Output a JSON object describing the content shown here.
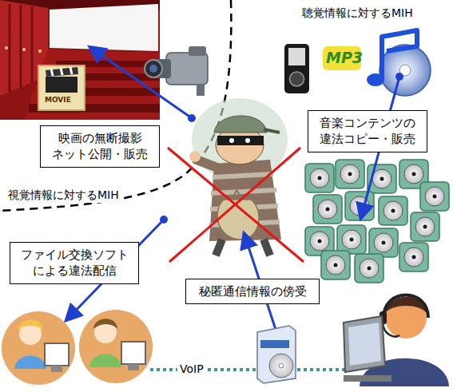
{
  "diagram": {
    "nodes": [
      {
        "text": [
          "映画の無断撮影 ネット公開・販売"
        ]
      },
      {
        "text": [
          "音楽コンテンツの 違法コピー・販売"
        ]
      },
      {
        "text": [
          "ファイル交換ソフト による違法配信"
        ]
      },
      {
        "text": [
          "秘匿通信情報の傍受"
        ]
      }
    ],
    "labels": [
      "聴覚情報に対するMIH",
      "視覚情報に対するMIH",
      "MOVIE",
      "MP3",
      "VoIP"
    ]
  }
}
